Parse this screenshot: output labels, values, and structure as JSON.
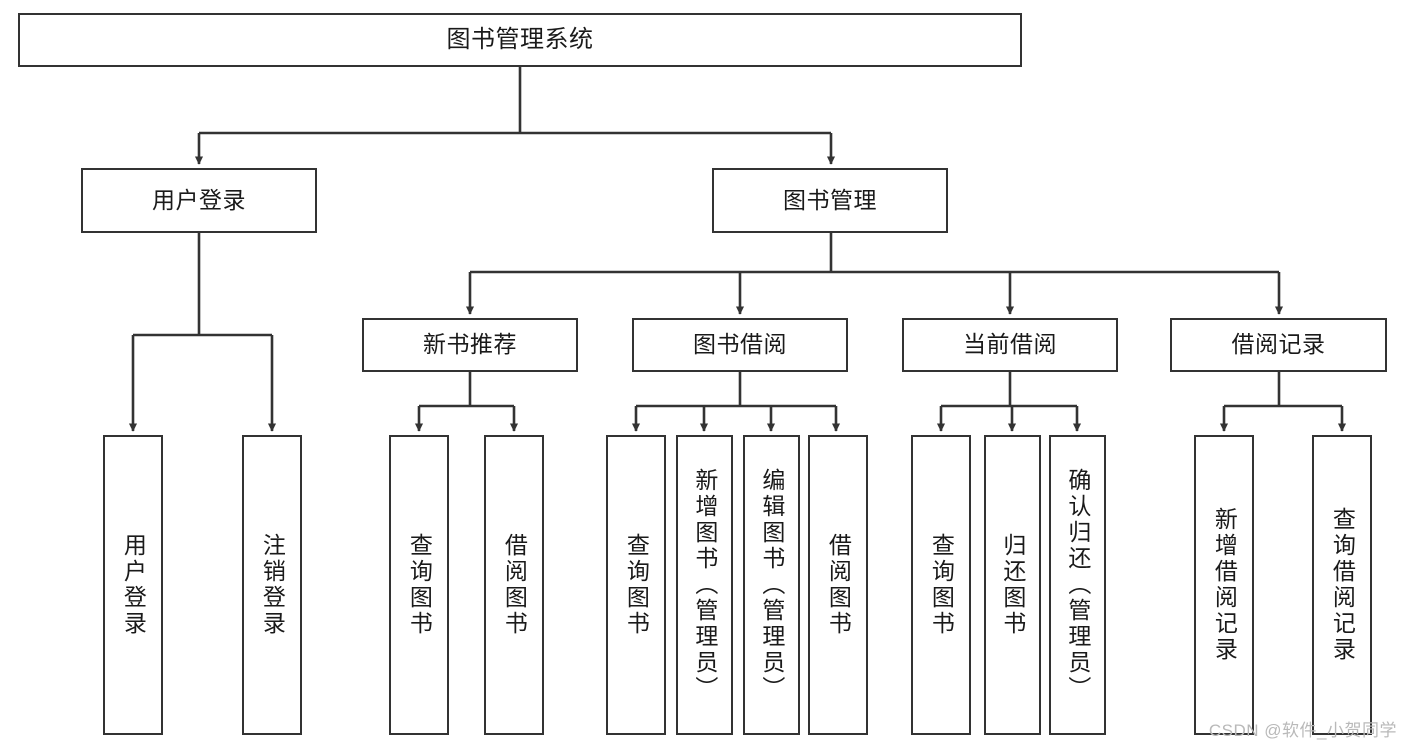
{
  "diagram": {
    "title": "图书管理系统",
    "type": "tree-hierarchy-chart",
    "colors": {
      "stroke": "#333333",
      "fill": "#ffffff",
      "text": "#1a1a1a",
      "watermark": "#b9b9b9"
    }
  },
  "root": {
    "label": "图书管理系统"
  },
  "level2": [
    {
      "label": "用户登录"
    },
    {
      "label": "图书管理"
    }
  ],
  "level3": [
    {
      "label": "新书推荐"
    },
    {
      "label": "图书借阅"
    },
    {
      "label": "当前借阅"
    },
    {
      "label": "借阅记录"
    }
  ],
  "leaves": {
    "user_login": [
      {
        "label": "用户登录"
      },
      {
        "label": "注销登录"
      }
    ],
    "new_book_recommend": [
      {
        "label": "查询图书"
      },
      {
        "label": "借阅图书"
      }
    ],
    "book_borrow": [
      {
        "label": "查询图书"
      },
      {
        "label": "新增图书（管理员）"
      },
      {
        "label": "编辑图书（管理员）"
      },
      {
        "label": "借阅图书"
      }
    ],
    "current_borrow": [
      {
        "label": "查询图书"
      },
      {
        "label": "归还图书"
      },
      {
        "label": "确认归还（管理员）"
      }
    ],
    "borrow_record": [
      {
        "label": "新增借阅记录"
      },
      {
        "label": "查询借阅记录"
      }
    ]
  },
  "watermark": {
    "text": "CSDN @软件_小贺同学"
  }
}
